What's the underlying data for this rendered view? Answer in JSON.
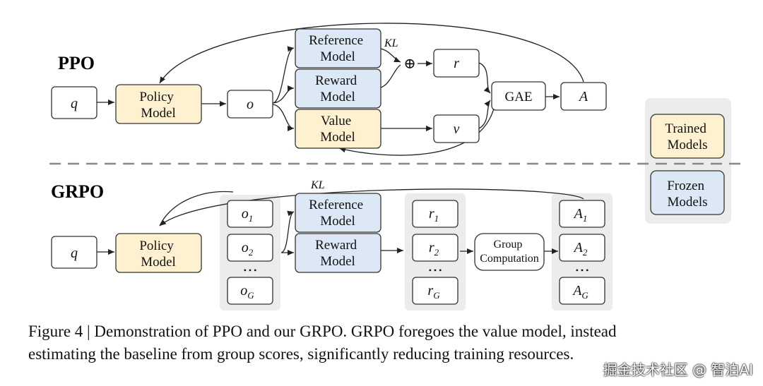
{
  "ppo": {
    "title": "PPO",
    "q": "q",
    "policy": [
      "Policy",
      "Model"
    ],
    "o": "o",
    "reference": [
      "Reference",
      "Model"
    ],
    "reward": [
      "Reward",
      "Model"
    ],
    "value": [
      "Value",
      "Model"
    ],
    "kl": "KL",
    "oplus": "⊕",
    "r": "r",
    "v": "v",
    "gae": "GAE",
    "a": "A"
  },
  "grpo": {
    "title": "GRPO",
    "q": "q",
    "policy": [
      "Policy",
      "Model"
    ],
    "outputs": [
      {
        "base": "o",
        "sub": "1"
      },
      {
        "base": "o",
        "sub": "2"
      },
      {
        "base": "o",
        "sub": "G"
      }
    ],
    "dots": "• • •",
    "kl": "KL",
    "reference": [
      "Reference",
      "Model"
    ],
    "reward": [
      "Reward",
      "Model"
    ],
    "rewards": [
      {
        "base": "r",
        "sub": "1"
      },
      {
        "base": "r",
        "sub": "2"
      },
      {
        "base": "r",
        "sub": "G"
      }
    ],
    "group": [
      "Group",
      "Computation"
    ],
    "advantages": [
      {
        "base": "A",
        "sub": "1"
      },
      {
        "base": "A",
        "sub": "2"
      },
      {
        "base": "A",
        "sub": "G"
      }
    ]
  },
  "legend": {
    "trained": [
      "Trained",
      "Models"
    ],
    "frozen": [
      "Frozen",
      "Models"
    ]
  },
  "colors": {
    "trained": "#fdf1cf",
    "frozen": "#dce8f5",
    "panel": "#ececec"
  },
  "caption": {
    "line1": "Figure 4 | Demonstration of PPO and our GRPO. GRPO foregoes the value model, instead",
    "line2": "estimating the baseline from group scores, significantly reducing training resources."
  },
  "watermark": "掘金技术社区 @ 智泊AI"
}
